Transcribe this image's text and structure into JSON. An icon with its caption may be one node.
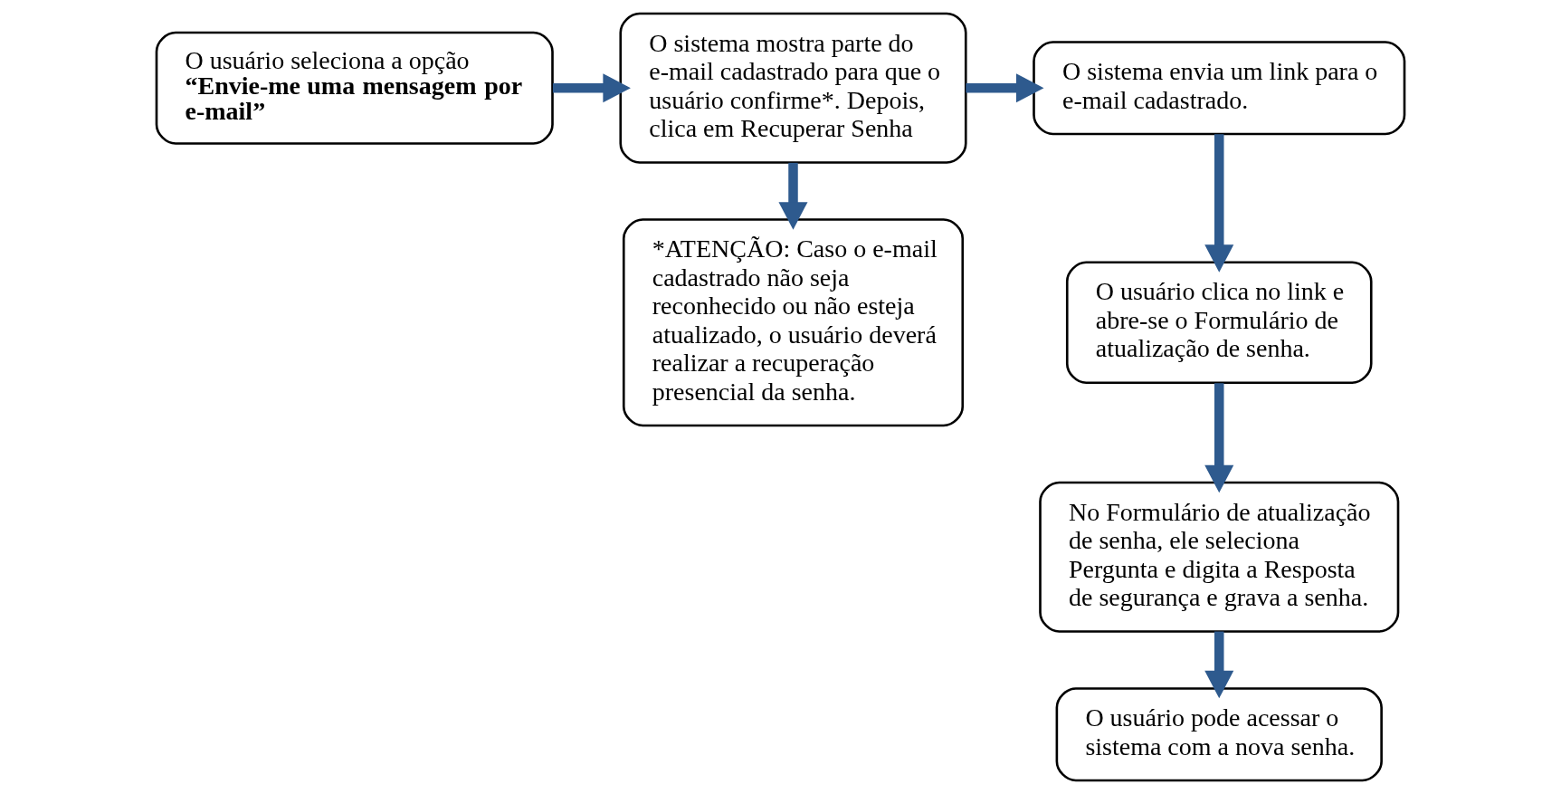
{
  "diagram": {
    "nodes": [
      {
        "text": [
          "O usuário seleciona a opção **“Envie-me uma mensagem por e-mail”**"
        ]
      },
      {
        "text": [
          "O sistema mostra parte do e-mail cadastrado para que o usuário confirme*. Depois, clica em Recuperar Senha"
        ]
      },
      {
        "text": [
          "*ATENÇÃO: Caso o e-mail cadastrado não seja reconhecido ou não esteja atualizado, o usuário deverá realizar a recuperação presencial da senha."
        ]
      },
      {
        "text": [
          "O sistema envia um link para o e-mail cadastrado."
        ]
      },
      {
        "text": [
          "O usuário clica no link e abre-se o Formulário de atualização de senha."
        ]
      },
      {
        "text": [
          "No Formulário de atualização de senha, ele seleciona Pergunta e digita a Resposta de segurança e grava a senha."
        ]
      },
      {
        "text": [
          "O usuário pode acessar o sistema com a nova senha."
        ]
      }
    ],
    "edges": [
      {
        "from": 0,
        "to": 1,
        "arrow": "to"
      },
      {
        "from": 1,
        "to": 2,
        "arrow": "to"
      },
      {
        "from": 1,
        "to": 3,
        "arrow": "to"
      },
      {
        "from": 3,
        "to": 4,
        "arrow": "to"
      },
      {
        "from": 4,
        "to": 5,
        "arrow": "to"
      },
      {
        "from": 5,
        "to": 6,
        "arrow": "to"
      }
    ]
  }
}
